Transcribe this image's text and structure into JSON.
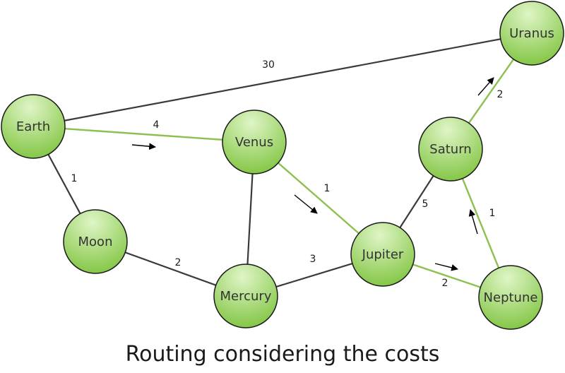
{
  "caption": "Routing considering the costs",
  "colors": {
    "edge_default": "#3a3a3a",
    "edge_route": "#8dc04f",
    "node_fill_light": "#dff5c6",
    "node_fill_dark": "#7fc43f",
    "node_stroke": "#1a1a1a",
    "arrow": "#000000"
  },
  "nodes": [
    {
      "id": "earth",
      "label": "Earth"
    },
    {
      "id": "venus",
      "label": "Venus"
    },
    {
      "id": "moon",
      "label": "Moon"
    },
    {
      "id": "mercury",
      "label": "Mercury"
    },
    {
      "id": "jupiter",
      "label": "Jupiter"
    },
    {
      "id": "saturn",
      "label": "Saturn"
    },
    {
      "id": "uranus",
      "label": "Uranus"
    },
    {
      "id": "neptune",
      "label": "Neptune"
    }
  ],
  "edges": [
    {
      "from": "earth",
      "to": "uranus",
      "cost": "30",
      "route": false
    },
    {
      "from": "earth",
      "to": "venus",
      "cost": "4",
      "route": true
    },
    {
      "from": "earth",
      "to": "moon",
      "cost": "1",
      "route": false
    },
    {
      "from": "moon",
      "to": "mercury",
      "cost": "2",
      "route": false
    },
    {
      "from": "venus",
      "to": "mercury",
      "cost": "",
      "route": false
    },
    {
      "from": "venus",
      "to": "jupiter",
      "cost": "1",
      "route": true
    },
    {
      "from": "mercury",
      "to": "jupiter",
      "cost": "3",
      "route": false
    },
    {
      "from": "jupiter",
      "to": "saturn",
      "cost": "5",
      "route": false
    },
    {
      "from": "jupiter",
      "to": "neptune",
      "cost": "2",
      "route": true
    },
    {
      "from": "neptune",
      "to": "saturn",
      "cost": "1",
      "route": true
    },
    {
      "from": "saturn",
      "to": "uranus",
      "cost": "2",
      "route": true
    }
  ]
}
